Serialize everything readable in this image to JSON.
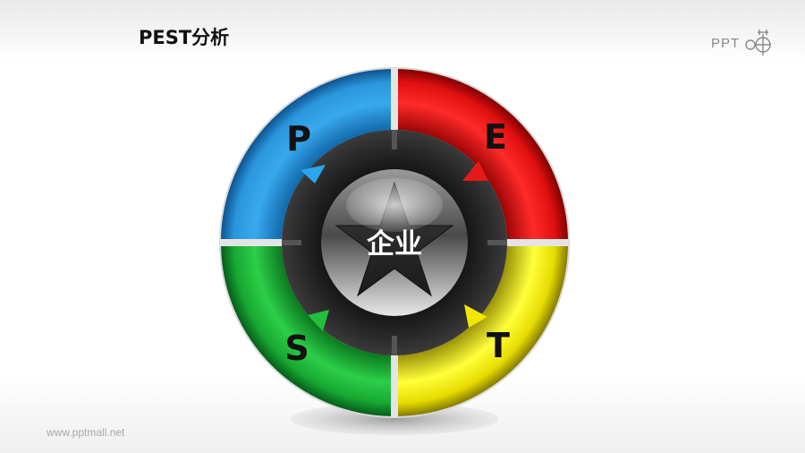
{
  "title": "PEST分析",
  "footer": "www.pptmall.net",
  "brand": {
    "text": "PPT",
    "icon": "ppt-mall-logo-icon"
  },
  "diagram": {
    "center_label": "企业",
    "segments": [
      {
        "label": "P",
        "color": "#1f8fd6"
      },
      {
        "label": "E",
        "color": "#e01010"
      },
      {
        "label": "S",
        "color": "#18a832"
      },
      {
        "label": "T",
        "color": "#e6dc00"
      }
    ]
  }
}
